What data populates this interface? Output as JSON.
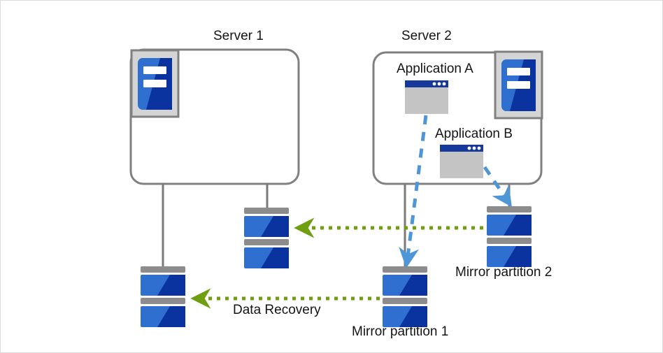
{
  "diagram": {
    "title": "Server mirror partition data recovery diagram",
    "colors": {
      "box_border": "#808080",
      "connector": "#7a7a7a",
      "disk_cap": "#8c8c8c",
      "disk_light_blue": "#2f6fd0",
      "disk_dark_blue": "#0a33a0",
      "tower_frame": "#d4d4d4",
      "tower_border": "#808080",
      "app_titlebar": "#16399b",
      "app_body": "#c4c4c4",
      "replication_arrow": "#4f96d8",
      "recovery_arrow": "#6f9e10",
      "text": "#141414",
      "canvas_border": "#dcdcdc",
      "background": "#ffffff"
    },
    "servers": [
      {
        "id": "server1",
        "label": "Server 1",
        "has_tower_icon": true,
        "applications": []
      },
      {
        "id": "server2",
        "label": "Server 2",
        "has_tower_icon": true,
        "applications": [
          "Application A",
          "Application B"
        ]
      }
    ],
    "applications": [
      {
        "id": "app-a",
        "label": "Application A"
      },
      {
        "id": "app-b",
        "label": "Application B"
      }
    ],
    "disks": [
      {
        "id": "disk-server1-lower",
        "label": ""
      },
      {
        "id": "disk-server1-upper",
        "label": ""
      },
      {
        "id": "disk-mirror-1",
        "label": "Mirror partition 1"
      },
      {
        "id": "disk-mirror-2",
        "label": "Mirror partition 2"
      }
    ],
    "labels": {
      "server1": "Server 1",
      "server2": "Server 2",
      "application_a": "Application A",
      "application_b": "Application B",
      "mirror_partition_1": "Mirror partition 1",
      "mirror_partition_2": "Mirror partition 2",
      "data_recovery": "Data Recovery"
    },
    "arrows": [
      {
        "id": "replication-a-to-mirror1",
        "style": "dashed",
        "color": "#4f96d8",
        "from": "Application A",
        "to": "Mirror partition 1"
      },
      {
        "id": "replication-b-to-mirror2",
        "style": "dashed",
        "color": "#4f96d8",
        "from": "Application B",
        "to": "Mirror partition 2"
      },
      {
        "id": "recovery-mirror2-to-disk",
        "style": "dotted",
        "color": "#6f9e10",
        "from": "Mirror partition 2",
        "to": "Server 1 disk (upper)",
        "label": ""
      },
      {
        "id": "recovery-mirror1-to-disk",
        "style": "dotted",
        "color": "#6f9e10",
        "from": "Mirror partition 1",
        "to": "Server 1 disk (lower)",
        "label": "Data Recovery"
      }
    ]
  }
}
